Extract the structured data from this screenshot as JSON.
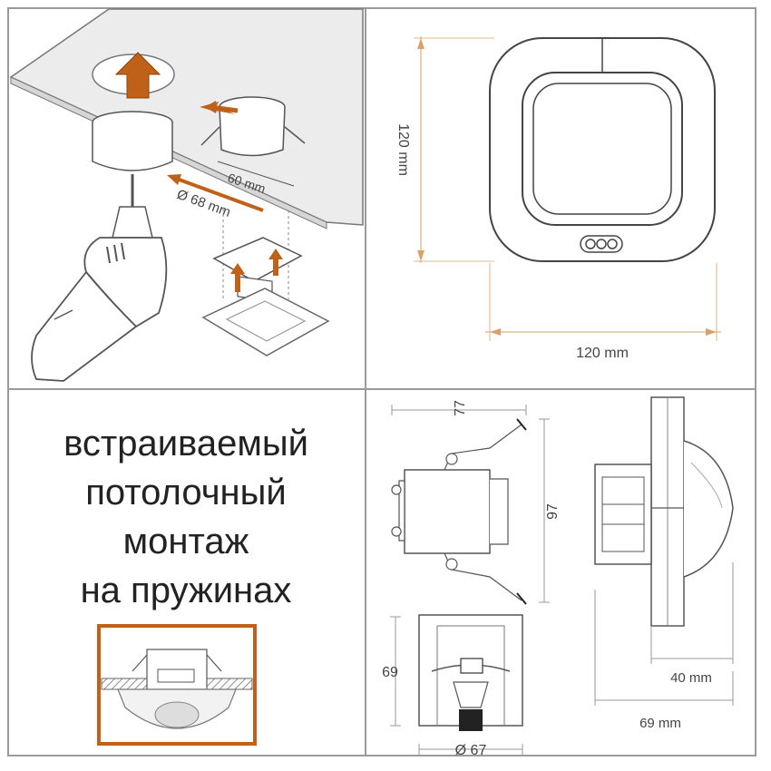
{
  "panels": {
    "install": {
      "hole_diameter_label": "Ø 68 mm",
      "box_depth_label": "60 mm",
      "accent_color": "#c0611a"
    },
    "front_view": {
      "height_label": "120 mm",
      "width_label": "120 mm",
      "dim_color": "#d9a06b"
    },
    "caption": {
      "lines": [
        "встраиваемый",
        "потолочный",
        "монтаж",
        "на пружинах"
      ],
      "inset_border_color": "#c0611a"
    },
    "dimensions": {
      "top_width_label": "77",
      "body_height_label": "97",
      "depth_label": "69",
      "diameter_label": "Ø 67",
      "side_depth_label": "40 mm",
      "total_depth_label": "69 mm"
    }
  }
}
